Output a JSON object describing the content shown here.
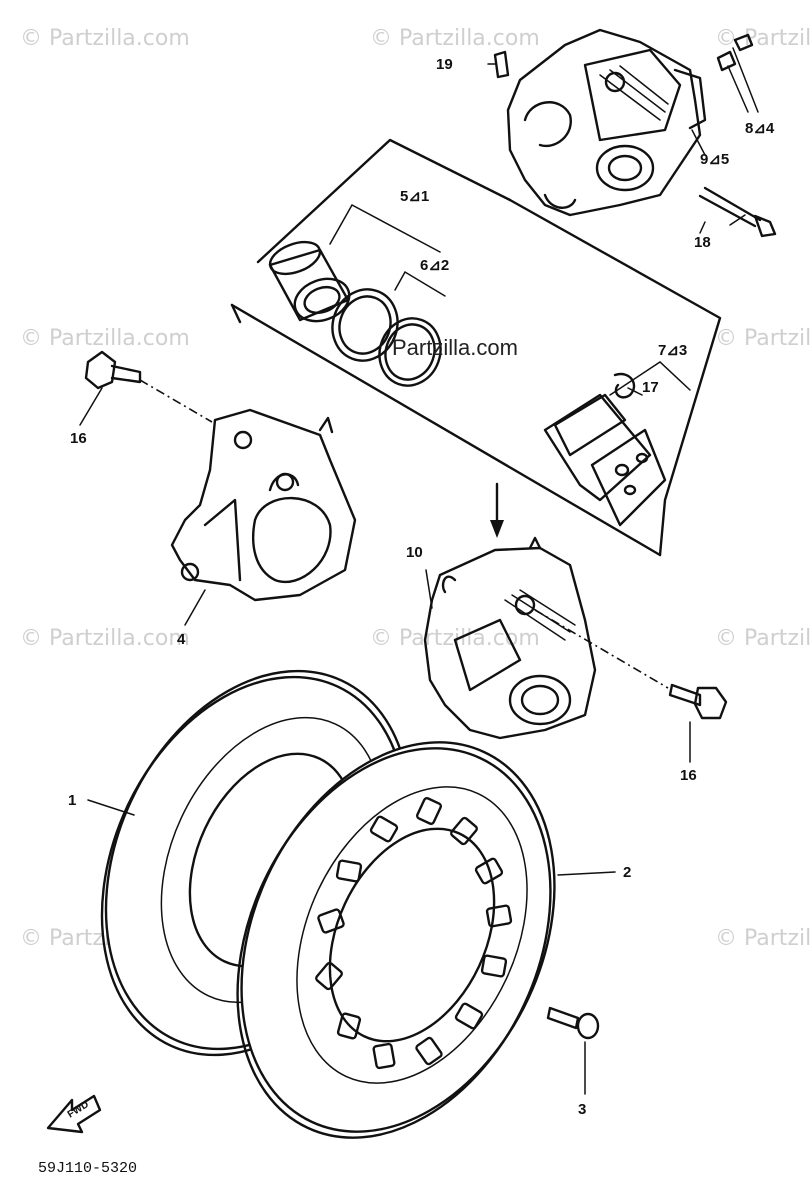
{
  "watermark": "© Partzilla.com",
  "center_watermark": "Partzilla.com",
  "diagram_code": "59J110-5320",
  "forward_arrow_label": "FWD",
  "callouts": {
    "c1": "1",
    "c2": "2",
    "c3": "3",
    "c4": "4",
    "c10": "10",
    "c16a": "16",
    "c16b": "16",
    "c17": "17",
    "c18": "18",
    "c19": "19",
    "c5_11": "5⊿1",
    "c6_12": "6⊿2",
    "c7_13": "7⊿3",
    "c8_14": "8⊿4",
    "c9_15": "9⊿5"
  }
}
